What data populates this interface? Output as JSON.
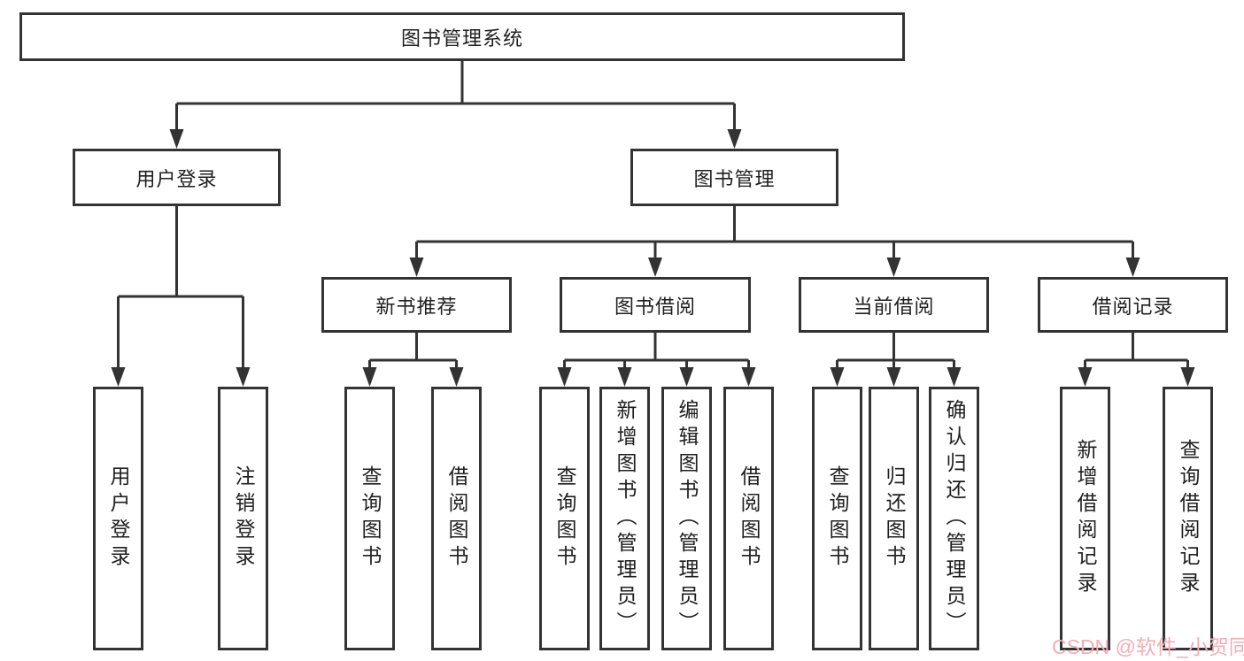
{
  "diagram": {
    "root": {
      "label": "图书管理系统"
    },
    "level2": {
      "user_login": {
        "label": "用户登录"
      },
      "book_mgmt": {
        "label": "图书管理"
      }
    },
    "level3": {
      "new_book_rec": {
        "label": "新书推荐"
      },
      "book_borrow": {
        "label": "图书借阅"
      },
      "current_borrow": {
        "label": "当前借阅"
      },
      "borrow_records": {
        "label": "借阅记录"
      }
    },
    "leaves": {
      "user_login": {
        "label": "用户登录"
      },
      "logout": {
        "label": "注销登录"
      },
      "rec_query_book": {
        "label": "查询图书"
      },
      "rec_borrow_book": {
        "label": "借阅图书"
      },
      "borrow_query_book": {
        "label": "查询图书"
      },
      "borrow_add_book": {
        "label": "新增图书（管理员）"
      },
      "borrow_edit_book": {
        "label": "编辑图书（管理员）"
      },
      "borrow_borrow_book": {
        "label": "借阅图书"
      },
      "current_query_book": {
        "label": "查询图书"
      },
      "current_return_book": {
        "label": "归还图书"
      },
      "current_confirm_return": {
        "label": "确认归还（管理员）"
      },
      "records_add_record": {
        "label": "新增借阅记录"
      },
      "records_query_record": {
        "label": "查询借阅记录"
      }
    },
    "watermark": "CSDN @软件_小贺同学",
    "colors": {
      "line": "#333333",
      "text": "#1f1f1f",
      "watermark_pink": "#f3aeb5",
      "background": "#ffffff"
    }
  }
}
